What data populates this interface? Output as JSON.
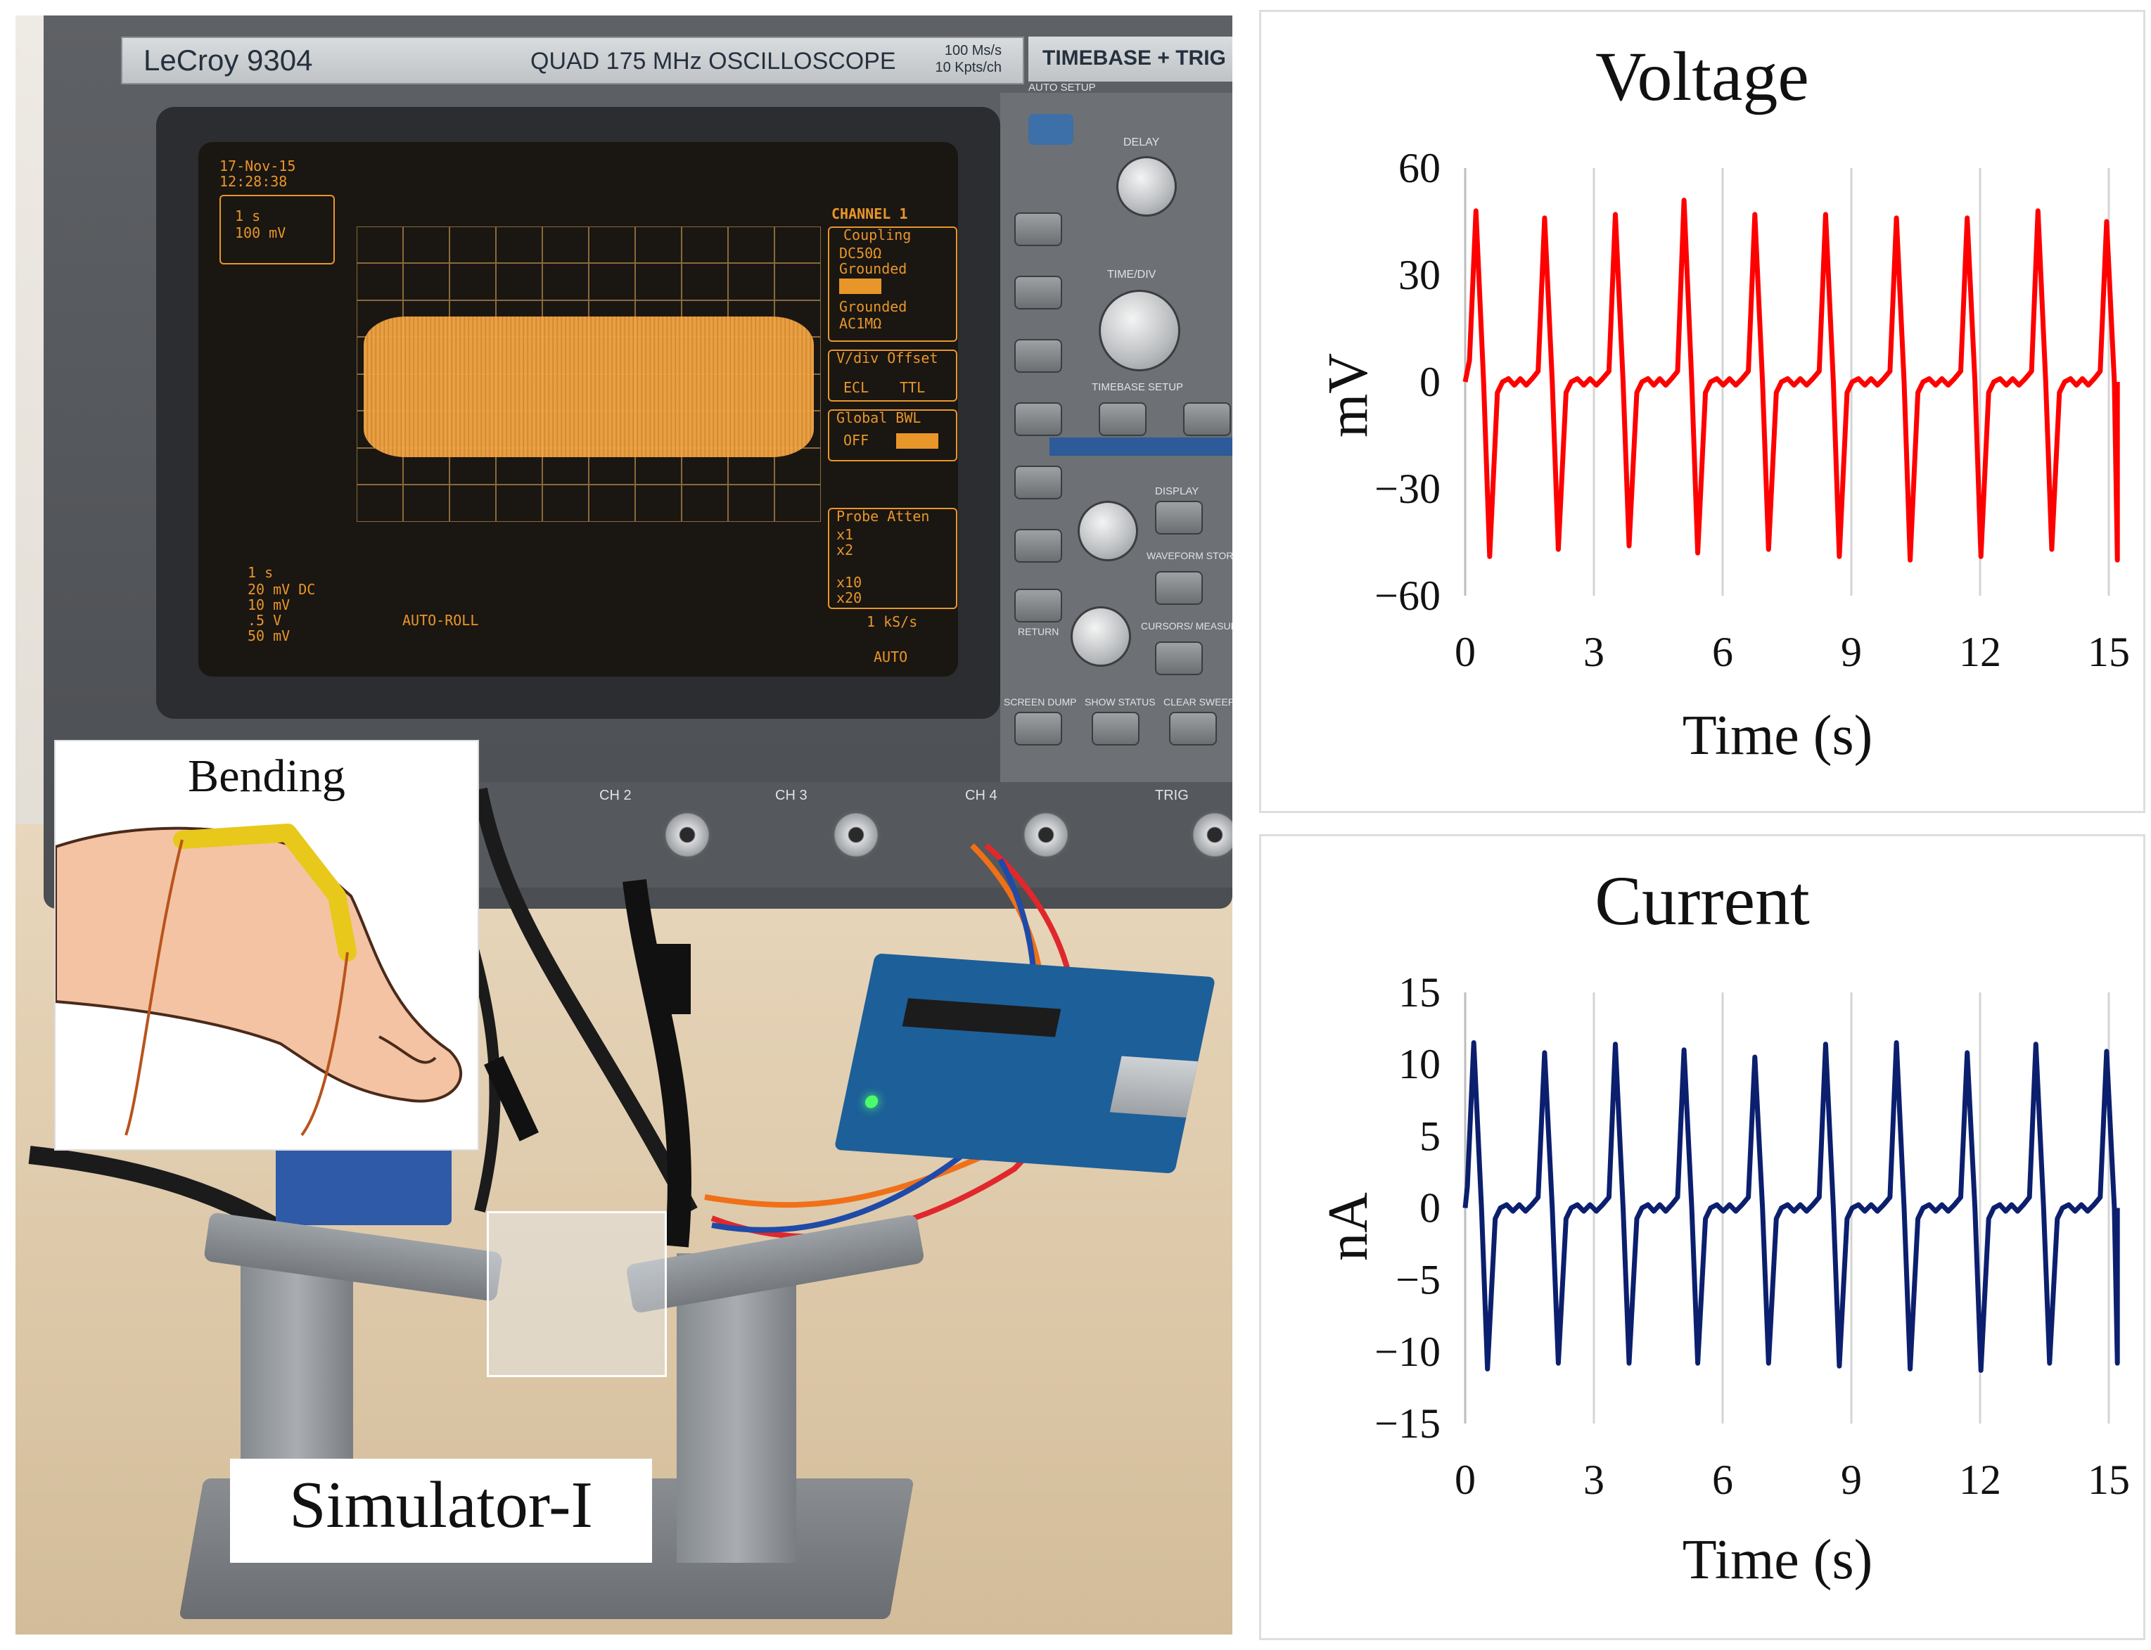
{
  "photo": {
    "scope_brand": "LeCroy 9304",
    "scope_model": "QUAD 175 MHz OSCILLOSCOPE",
    "scope_rate_line1": "100 Ms/s",
    "scope_rate_line2": "10 Kpts/ch",
    "timebase_label": "TIMEBASE + TRIG",
    "screen": {
      "date": "17-Nov-15",
      "time": "12:28:38",
      "ch_box_line1": "1 s",
      "ch_box_line2": "100 mV",
      "channel_title": "CHANNEL 1",
      "coupling_title": "Coupling",
      "coupling_1": "DC50Ω",
      "coupling_2": "Grounded",
      "coupling_3": "Grounded",
      "coupling_4": "AC1MΩ",
      "offset_title": "V/div Offset",
      "offset_ecl": "ECL",
      "offset_ttl": "TTL",
      "global_title": "Global BWL",
      "global_off": "OFF",
      "probe_title": "Probe Atten",
      "probe_1": "x1",
      "probe_2": "x2",
      "probe_3": "x10",
      "probe_4": "x20",
      "bottom_1": "1 s",
      "bottom_2": "20 mV DC",
      "bottom_3": "10 mV",
      "bottom_4": ".5 V",
      "bottom_5": "50 mV",
      "auto_roll": "AUTO-ROLL",
      "sample_rate": "1 kS/s",
      "auto": "AUTO"
    },
    "panel_labels": {
      "auto_setup": "AUTO SETUP",
      "delay": "DELAY",
      "time_div": "TIME/DIV",
      "timebase_setup": "TIMEBASE SETUP",
      "display": "DISPLAY",
      "waveform_store": "WAVEFORM STORE",
      "cursors_measure": "CURSORS/ MEASURE",
      "return": "RETURN",
      "screen_dump": "SCREEN DUMP",
      "show_status": "SHOW STATUS",
      "clear_sweeps": "CLEAR SWEEPS"
    },
    "bnc_labels": [
      "CH 2",
      "CH 3",
      "CH 4",
      "TRIG"
    ],
    "inset_label": "Bending",
    "simulator_label": "Simulator-I"
  },
  "chart_data": [
    {
      "type": "line",
      "title": "Voltage",
      "xlabel": "Time (s)",
      "ylabel": "mV",
      "xlim": [
        0,
        15
      ],
      "ylim": [
        -60,
        60
      ],
      "xticks": [
        0,
        3,
        6,
        9,
        12,
        15
      ],
      "yticks": [
        60,
        30,
        0,
        -30,
        -60
      ],
      "grid": "vertical",
      "color": "#ff0000",
      "period": 1.65,
      "peaks": [
        {
          "t": 0.25,
          "max": 48,
          "min": -49
        },
        {
          "t": 1.85,
          "max": 46,
          "min": -47
        },
        {
          "t": 3.5,
          "max": 47,
          "min": -46
        },
        {
          "t": 5.1,
          "max": 51,
          "min": -48
        },
        {
          "t": 6.75,
          "max": 47,
          "min": -47
        },
        {
          "t": 8.4,
          "max": 47,
          "min": -49
        },
        {
          "t": 10.05,
          "max": 46,
          "min": -50
        },
        {
          "t": 11.7,
          "max": 46,
          "min": -49
        },
        {
          "t": 13.35,
          "max": 48,
          "min": -47
        },
        {
          "t": 14.95,
          "max": 45,
          "min": -50
        }
      ]
    },
    {
      "type": "line",
      "title": "Current",
      "xlabel": "Time (s)",
      "ylabel": "nA",
      "xlim": [
        0,
        15
      ],
      "ylim": [
        -15,
        15
      ],
      "xticks": [
        0,
        3,
        6,
        9,
        12,
        15
      ],
      "yticks": [
        15,
        10,
        5,
        0,
        -5,
        -10,
        -15
      ],
      "grid": "vertical",
      "color": "#0c1f6e",
      "peaks": [
        {
          "t": 0.2,
          "max": 11.5,
          "min": -11.2
        },
        {
          "t": 1.85,
          "max": 10.8,
          "min": -10.8
        },
        {
          "t": 3.5,
          "max": 11.4,
          "min": -10.8
        },
        {
          "t": 5.1,
          "max": 11.0,
          "min": -10.8
        },
        {
          "t": 6.75,
          "max": 10.5,
          "min": -10.8
        },
        {
          "t": 8.4,
          "max": 11.4,
          "min": -11.0
        },
        {
          "t": 10.05,
          "max": 11.5,
          "min": -11.2
        },
        {
          "t": 11.7,
          "max": 10.8,
          "min": -11.3
        },
        {
          "t": 13.3,
          "max": 11.4,
          "min": -10.8
        },
        {
          "t": 14.95,
          "max": 10.9,
          "min": -10.8
        }
      ]
    }
  ]
}
